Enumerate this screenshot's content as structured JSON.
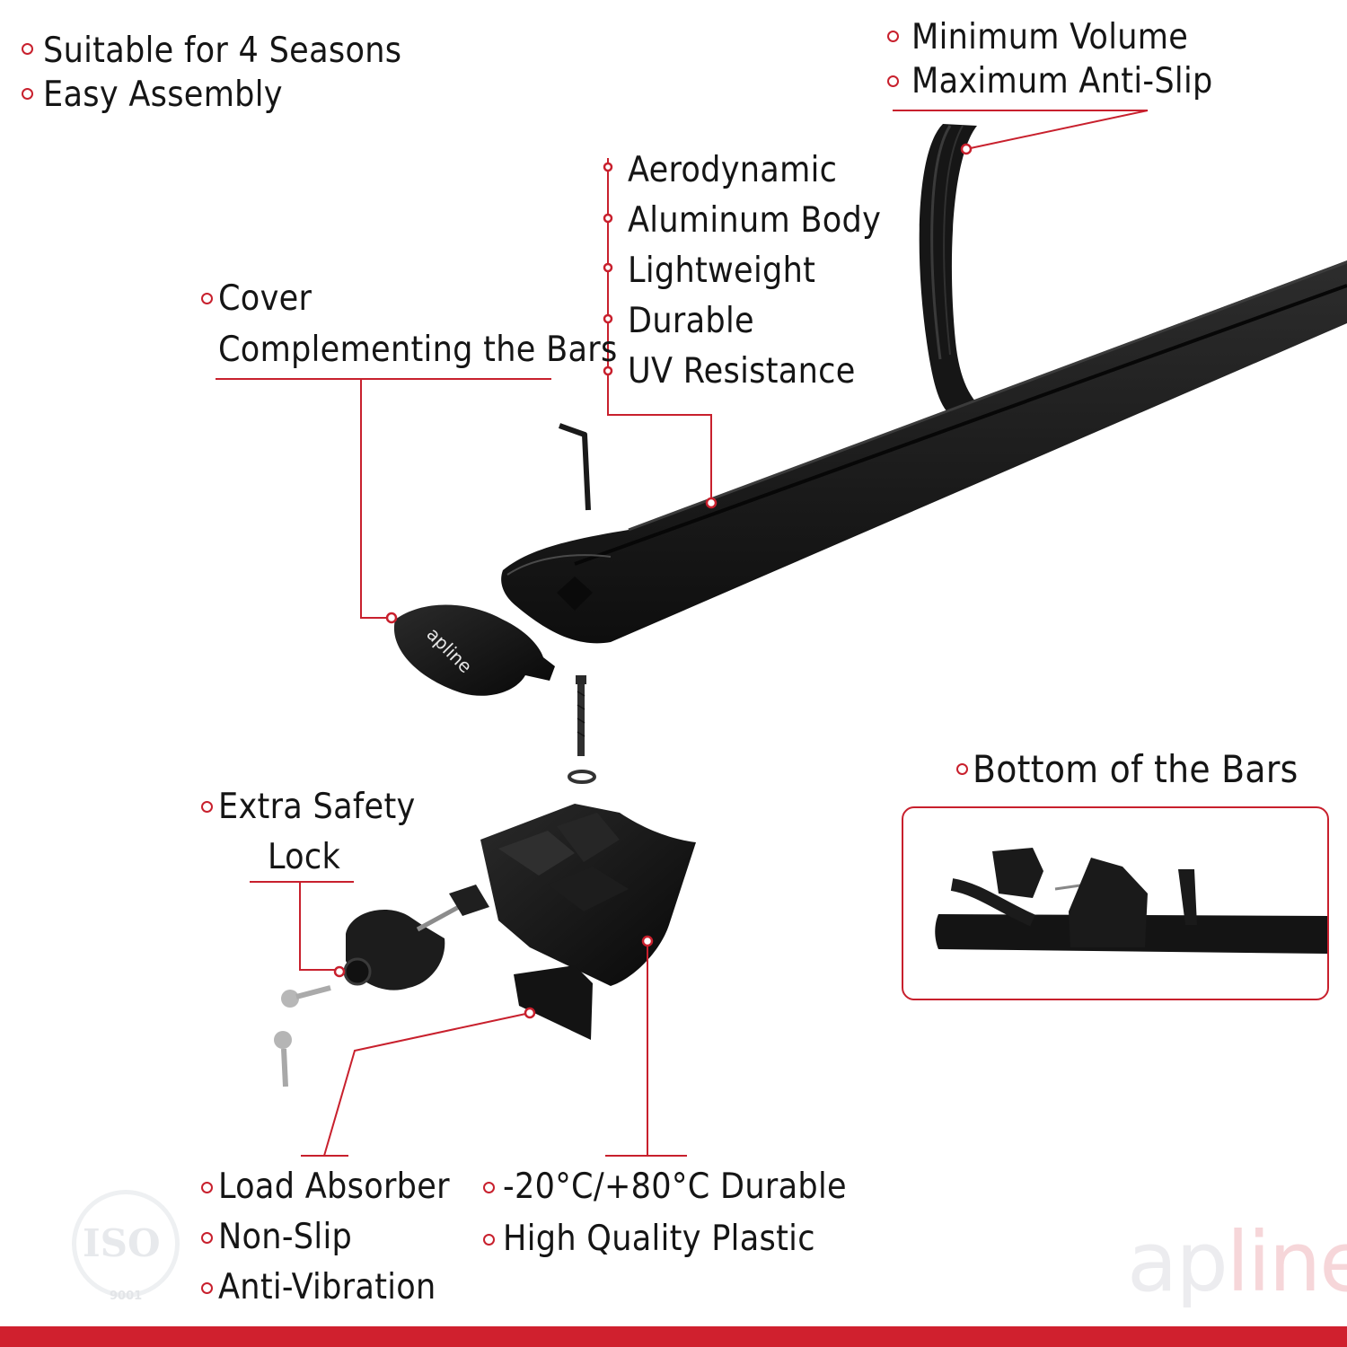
{
  "features_top_left": [
    "Suitable for 4 Seasons",
    "Easy Assembly"
  ],
  "features_top_right": [
    "Minimum Volume",
    "Maximum Anti-Slip"
  ],
  "features_bar": [
    "Aerodynamic",
    "Aluminum Body",
    "Lightweight",
    "Durable",
    "UV Resistance"
  ],
  "cover": {
    "line1": "Cover",
    "line2": "Complementing the Bars",
    "logo": "apline"
  },
  "lock": {
    "line1": "Extra Safety",
    "line2": "Lock"
  },
  "bottom_title": "Bottom of the Bars",
  "features_bottom_left": [
    "Load Absorber",
    "Non-Slip",
    "Anti-Vibration"
  ],
  "features_bottom_mid": [
    "-20°C/+80°C Durable",
    "High Quality Plastic"
  ],
  "iso": {
    "text": "ISO",
    "number": "9001"
  },
  "brand": {
    "part1": "ap",
    "part2": "line"
  },
  "colors": {
    "accent": "#c8202d",
    "product": "#1b1b1b",
    "footer_bar": "#d0202e"
  }
}
